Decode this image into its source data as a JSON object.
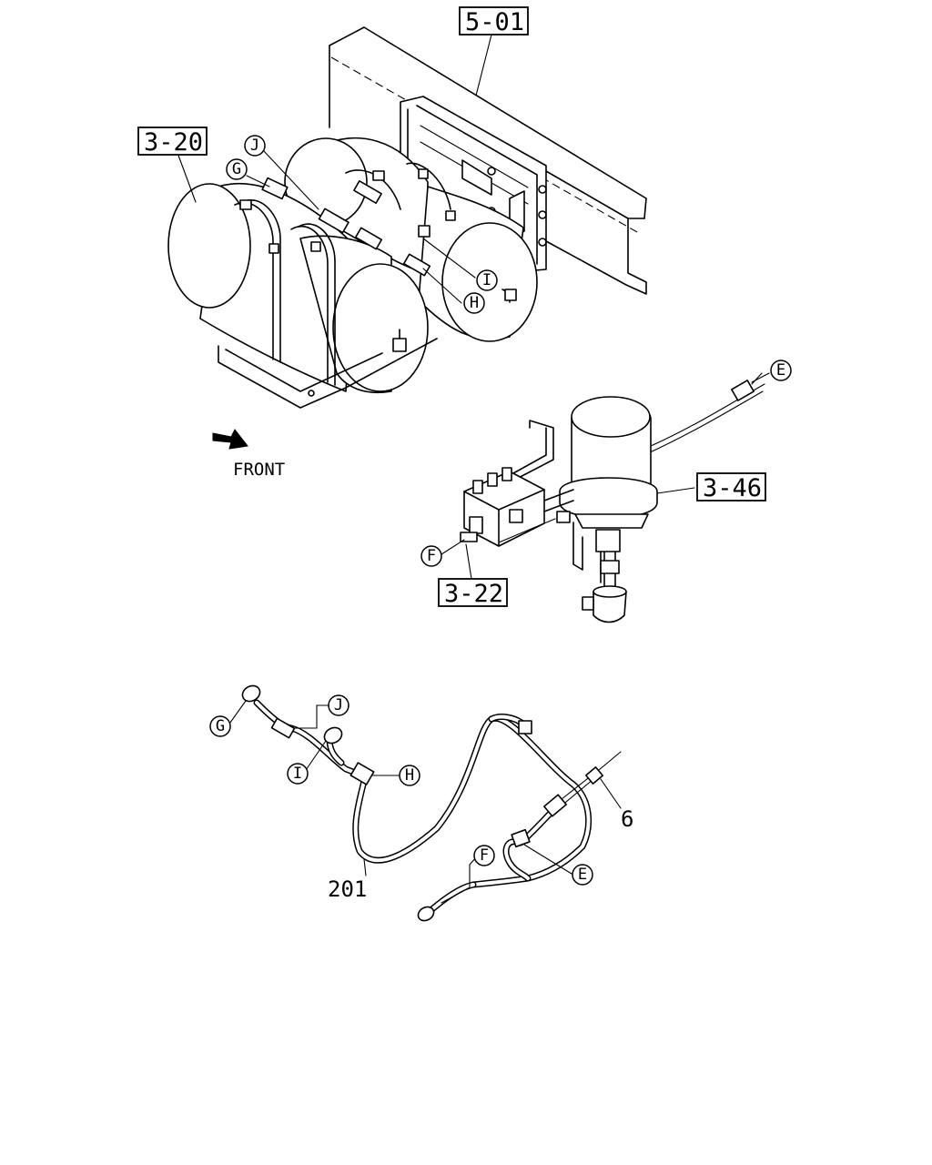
{
  "diagram": {
    "reference_boxes": [
      "5-01",
      "3-20",
      "3-46",
      "3-22"
    ],
    "front_label": "FRONT",
    "callouts_top": [
      "J",
      "G",
      "I",
      "H",
      "E",
      "F"
    ],
    "callouts_bottom": [
      "G",
      "J",
      "I",
      "H",
      "E",
      "F"
    ],
    "part_numbers": [
      "6",
      "201"
    ]
  }
}
